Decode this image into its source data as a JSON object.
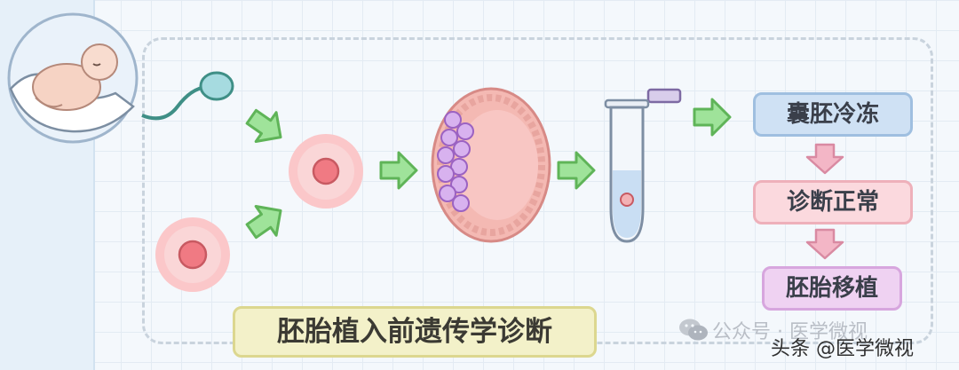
{
  "process": {
    "title": "胚胎植入前遗传学诊断",
    "steps": [
      "囊胚冷冻",
      "诊断正常",
      "胚胎移植"
    ]
  },
  "watermark": {
    "text": "公众号 · 医学微视",
    "icon": "wechat-icon"
  },
  "credit": {
    "text": "头条 @医学微视"
  },
  "colors": {
    "arrow_green": "#8fd98a",
    "cell_pink": "#f7a1a8",
    "step_blue": "#cfe1f4",
    "step_pink": "#fbd9de",
    "step_violet": "#efd2f2",
    "title_bg": "#f3f1c9"
  }
}
